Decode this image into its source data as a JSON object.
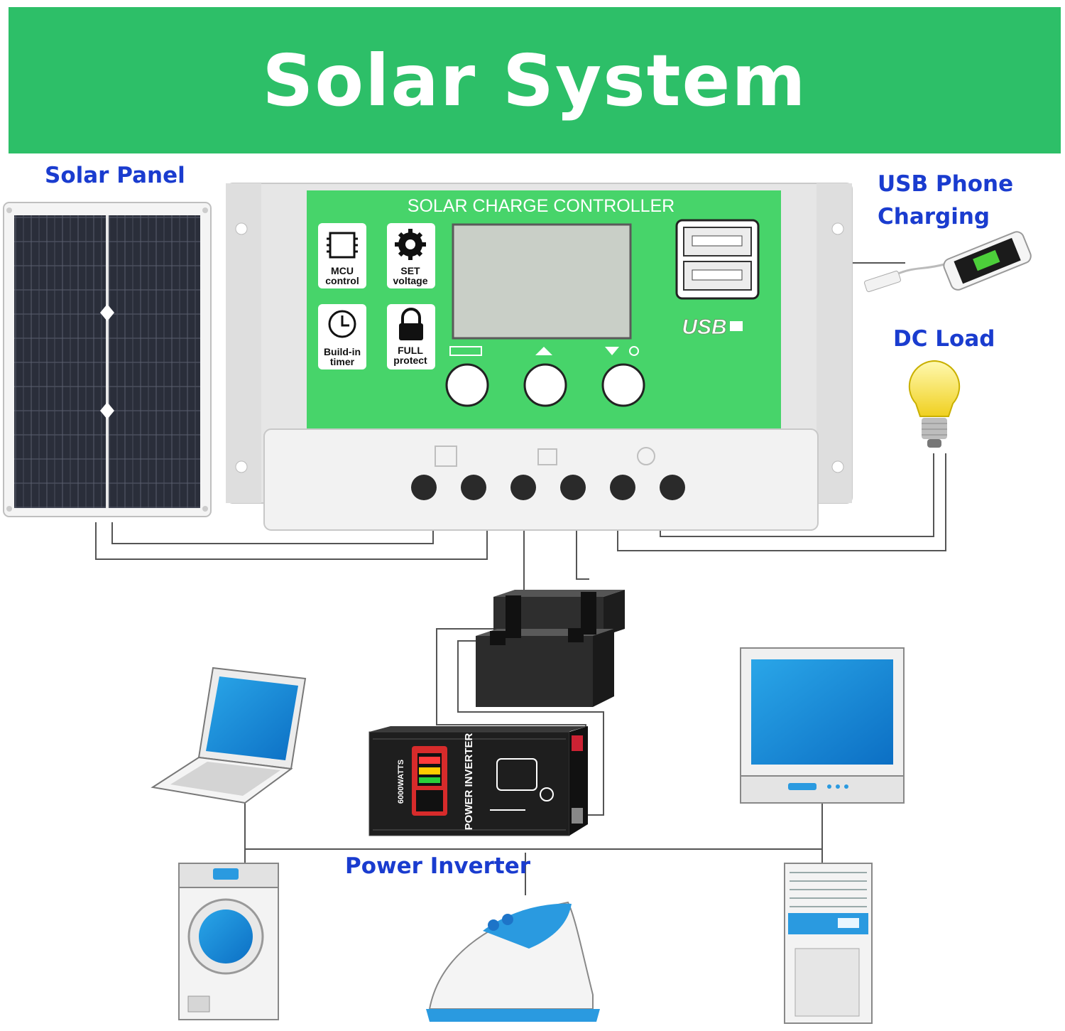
{
  "title": "Solar System",
  "labels": {
    "solar_panel": "Solar Panel",
    "usb_charging_line1": "USB Phone",
    "usb_charging_line2": "Charging",
    "dc_load": "DC Load",
    "power_inverter": "Power Inverter"
  },
  "controller": {
    "heading": "SOLAR CHARGE CONTROLLER",
    "features": [
      {
        "line1": "MCU",
        "line2": "control",
        "icon": "chip-icon"
      },
      {
        "line1": "SET",
        "line2": "voltage",
        "icon": "gear-icon"
      },
      {
        "line1": "Build-in",
        "line2": "timer",
        "icon": "clock-icon"
      },
      {
        "line1": "FULL",
        "line2": "protect",
        "icon": "lock-icon"
      }
    ],
    "usb_label": "USB",
    "buttons": [
      "menu-button",
      "up-button",
      "down-light-button"
    ]
  },
  "inverter": {
    "side_text": "POWER INVERTER",
    "rating": "6000WATTS"
  },
  "colors": {
    "banner": "#2dbf68",
    "controller_face": "#47d46a",
    "label_blue": "#1a3ccf"
  }
}
